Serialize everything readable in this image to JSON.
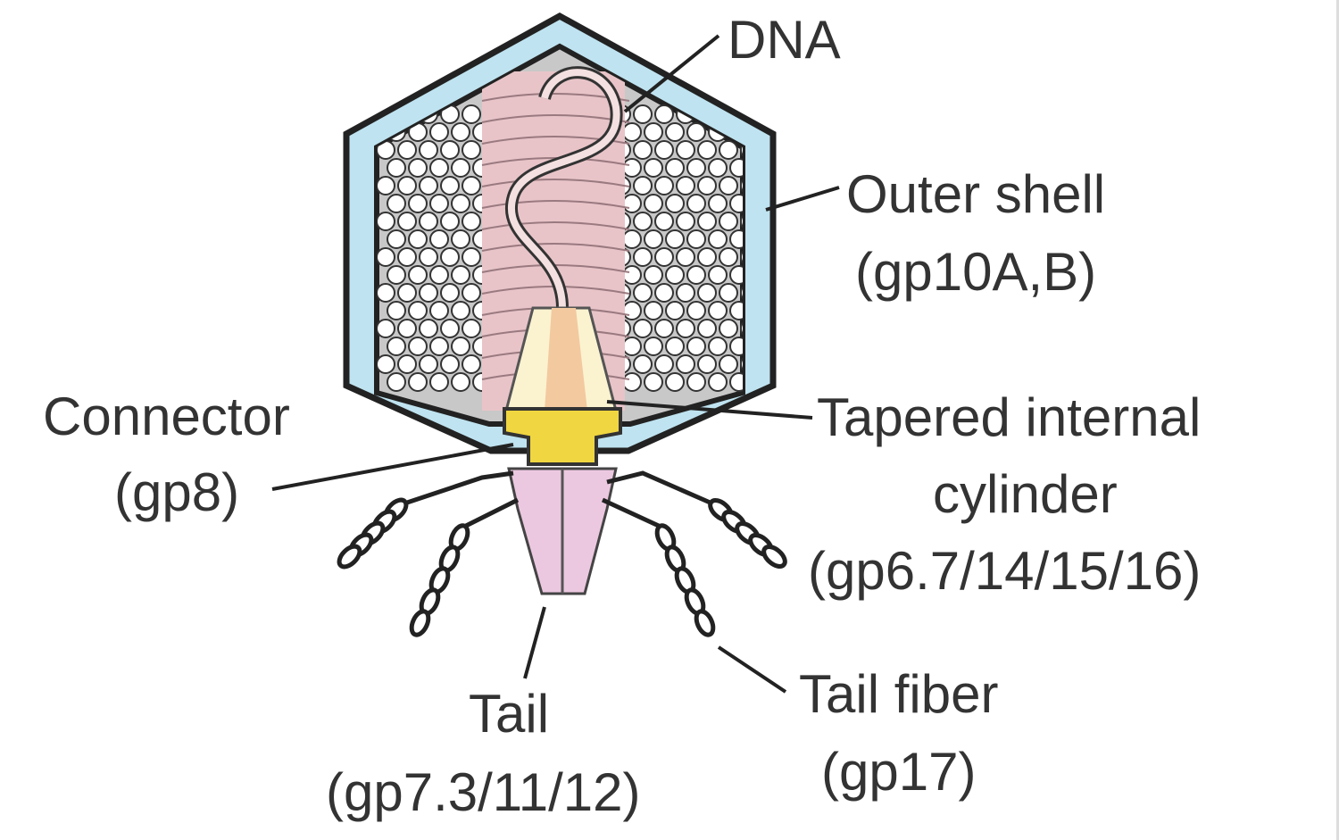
{
  "title": "Bacteriophage T7 structure",
  "labels": {
    "dna": "DNA",
    "outer_shell": "Outer shell",
    "outer_shell_proteins": "(gp10A,B)",
    "connector": "Connector",
    "connector_proteins": "(gp8)",
    "cylinder_line1": "Tapered internal",
    "cylinder_line2": "cylinder",
    "cylinder_proteins": "(gp6.7/14/15/16)",
    "tail": "Tail",
    "tail_proteins": "(gp7.3/11/12)",
    "tail_fiber": "Tail fiber",
    "tail_fiber_proteins": "(gp17)"
  },
  "colors": {
    "shell": "#bfe3f0",
    "capsid_fill": "#c8c8c8",
    "dna": "#e8c4c8",
    "cylinder": "#fbf3d0",
    "connector": "#f0d640",
    "tail": "#ecc8e0"
  }
}
